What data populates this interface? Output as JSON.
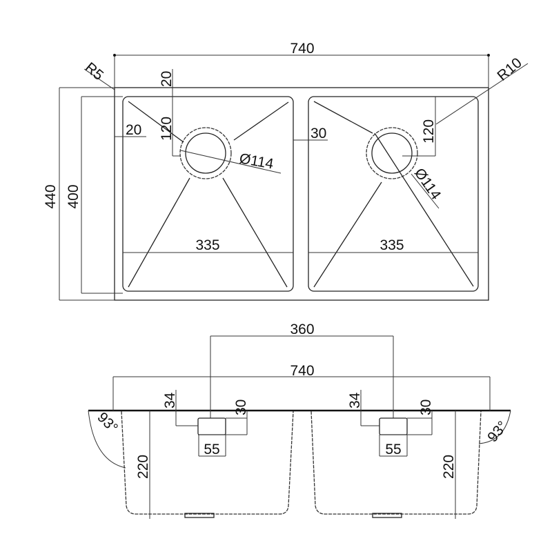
{
  "top_view": {
    "overall_width": "740",
    "overall_depth": "440",
    "bowl_depth": "400",
    "corner_radius_outer": "R5",
    "corner_radius_bowl": "R10",
    "drain_offset_top_left": "20",
    "drain_offset_center_left": "120",
    "drain_offset_center_right": "120",
    "side_margin": "20",
    "divider_width": "30",
    "drain_diameter_left": "Ø114",
    "drain_diameter_right": "Ø114",
    "bowl_width_left": "335",
    "bowl_width_right": "335"
  },
  "side_view": {
    "drain_spacing": "360",
    "overall_width": "740",
    "drain_depth_left": "34",
    "drain_height_left": "30",
    "drain_width_left": "55",
    "drain_depth_right": "34",
    "drain_height_right": "30",
    "drain_width_right": "55",
    "bowl_height_left": "220",
    "bowl_height_right": "220",
    "angle_left": "93°",
    "angle_right": "93°"
  },
  "colors": {
    "line": "#222222",
    "background": "#ffffff"
  }
}
